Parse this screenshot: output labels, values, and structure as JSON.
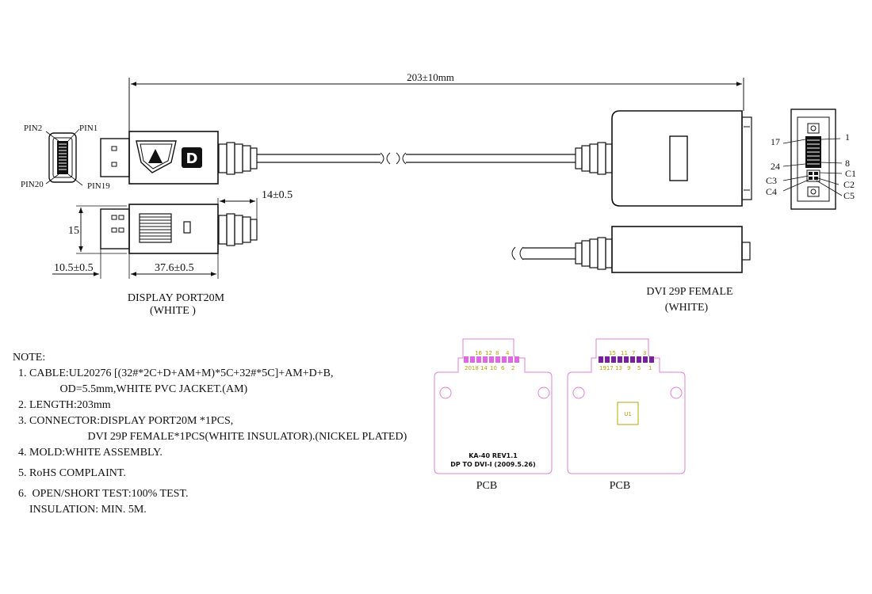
{
  "dimensions": {
    "overall_length": "203±10mm",
    "dp_height": "15",
    "dp_plug_length": "10.5±0.5",
    "dp_body_length": "37.6±0.5",
    "strain_relief": "14±0.5"
  },
  "dp_pins": {
    "pin1": "PIN1",
    "pin2": "PIN2",
    "pin19": "PIN19",
    "pin20": "PIN20"
  },
  "dp_logo": "D",
  "dp_caption": {
    "line1": "DISPLAY PORT20M",
    "line2": "(WHITE )"
  },
  "dvi_caption": {
    "line1": "DVI 29P FEMALE",
    "line2": "(WHITE)"
  },
  "dvi_pins": {
    "p1": "1",
    "p17": "17",
    "p8": "8",
    "p24": "24",
    "c1": "C1",
    "c2": "C2",
    "c3": "C3",
    "c4": "C4",
    "c5": "C5"
  },
  "notes": {
    "title": "NOTE:",
    "n1a": "  1. CABLE:UL20276 [(32#*2C+D+AM+M)*5C+32#*5C]+AM+D+B,",
    "n1b": "                 OD=5.5mm,WHITE PVC JACKET.(AM)",
    "n2": "  2. LENGTH:203mm",
    "n3a": "  3. CONNECTOR:DISPLAY PORT20M *1PCS,",
    "n3b": "                           DVI 29P FEMALE*1PCS(WHITE INSULATOR).(NICKEL PLATED)",
    "n4": "  4. MOLD:WHITE ASSEMBLY.",
    "n5": "  5. RoHS COMPLAINT.",
    "n6a": "  6.  OPEN/SHORT TEST:100% TEST.",
    "n6b": "      INSULATION: MIN. 5M."
  },
  "pcb_left": {
    "top_row": [
      "16",
      "12",
      "8",
      "4"
    ],
    "bottom_row": [
      "2018",
      "14",
      "10",
      "6",
      "2"
    ],
    "label1": "KA-40 REV1.1",
    "label2": "DP TO DVI-I (2009.5.26)",
    "caption": "PCB"
  },
  "pcb_right": {
    "top_row": [
      "15",
      "11",
      "7",
      "3"
    ],
    "bottom_row": [
      "1917",
      "13",
      "9",
      "5",
      "1"
    ],
    "chip": "U1",
    "caption": "PCB"
  },
  "colors": {
    "outline": "#e27fd6",
    "pads_left": "#e066e6",
    "pads_right": "#7a1fa0",
    "silk": "#b8a400"
  }
}
